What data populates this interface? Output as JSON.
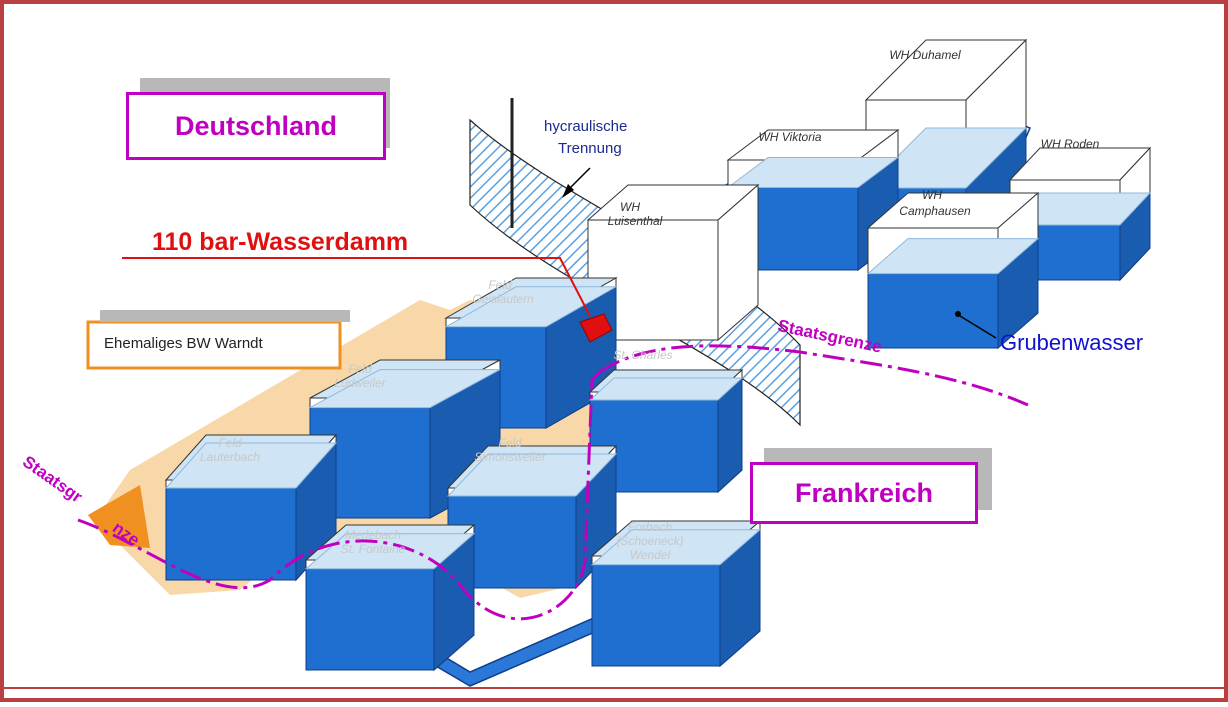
{
  "labels": {
    "deutschland": "Deutschland",
    "frankreich": "Frankreich",
    "hydraulische_1": "hycraulische",
    "hydraulische_2": "Trennung",
    "wasserdamm": "110 bar-Wasserdamm",
    "ehemaliges": "Ehemaliges BW Warndt",
    "staatsgrenze_right": "Staatsgrenze",
    "staatsgrenze_left_1": "Staatsgr",
    "staatsgrenze_left_2": "nze",
    "grubenwasser": "Grubenwasser"
  },
  "cubes": {
    "duhamel": "WH Duhamel",
    "viktoria": "WH Viktoria",
    "roden": "WH Roden",
    "luisenthal_1": "WH",
    "luisenthal_2": "Luisenthal",
    "camphausen_1": "WH",
    "camphausen_2": "Camphausen",
    "geislautern_1": "Feld",
    "geislautern_2": "Geislautern",
    "ludweiler_1": "Feld",
    "ludweiler_2": "Ludweiler",
    "lauterbach_1": "Feld",
    "lauterbach_2": "Lauterbach",
    "simon_1": "Feld",
    "simon_2": "Simonsweiler",
    "charles": "St. Charles",
    "merlebach_1": "Merlebach",
    "merlebach_2": "St. Fontaine",
    "forbach_1": "Forbach",
    "forbach_2": "(Schoeneck)",
    "forbach_3": "Wendel"
  },
  "colors": {
    "frame": "#b84040",
    "accent": "#c000c0",
    "red": "#e01010",
    "blue_label": "#1010d0",
    "water": "#1e6fd0",
    "water_light": "#cfe4f4",
    "region": "#f8d8a8",
    "orange_border": "#f09020"
  }
}
